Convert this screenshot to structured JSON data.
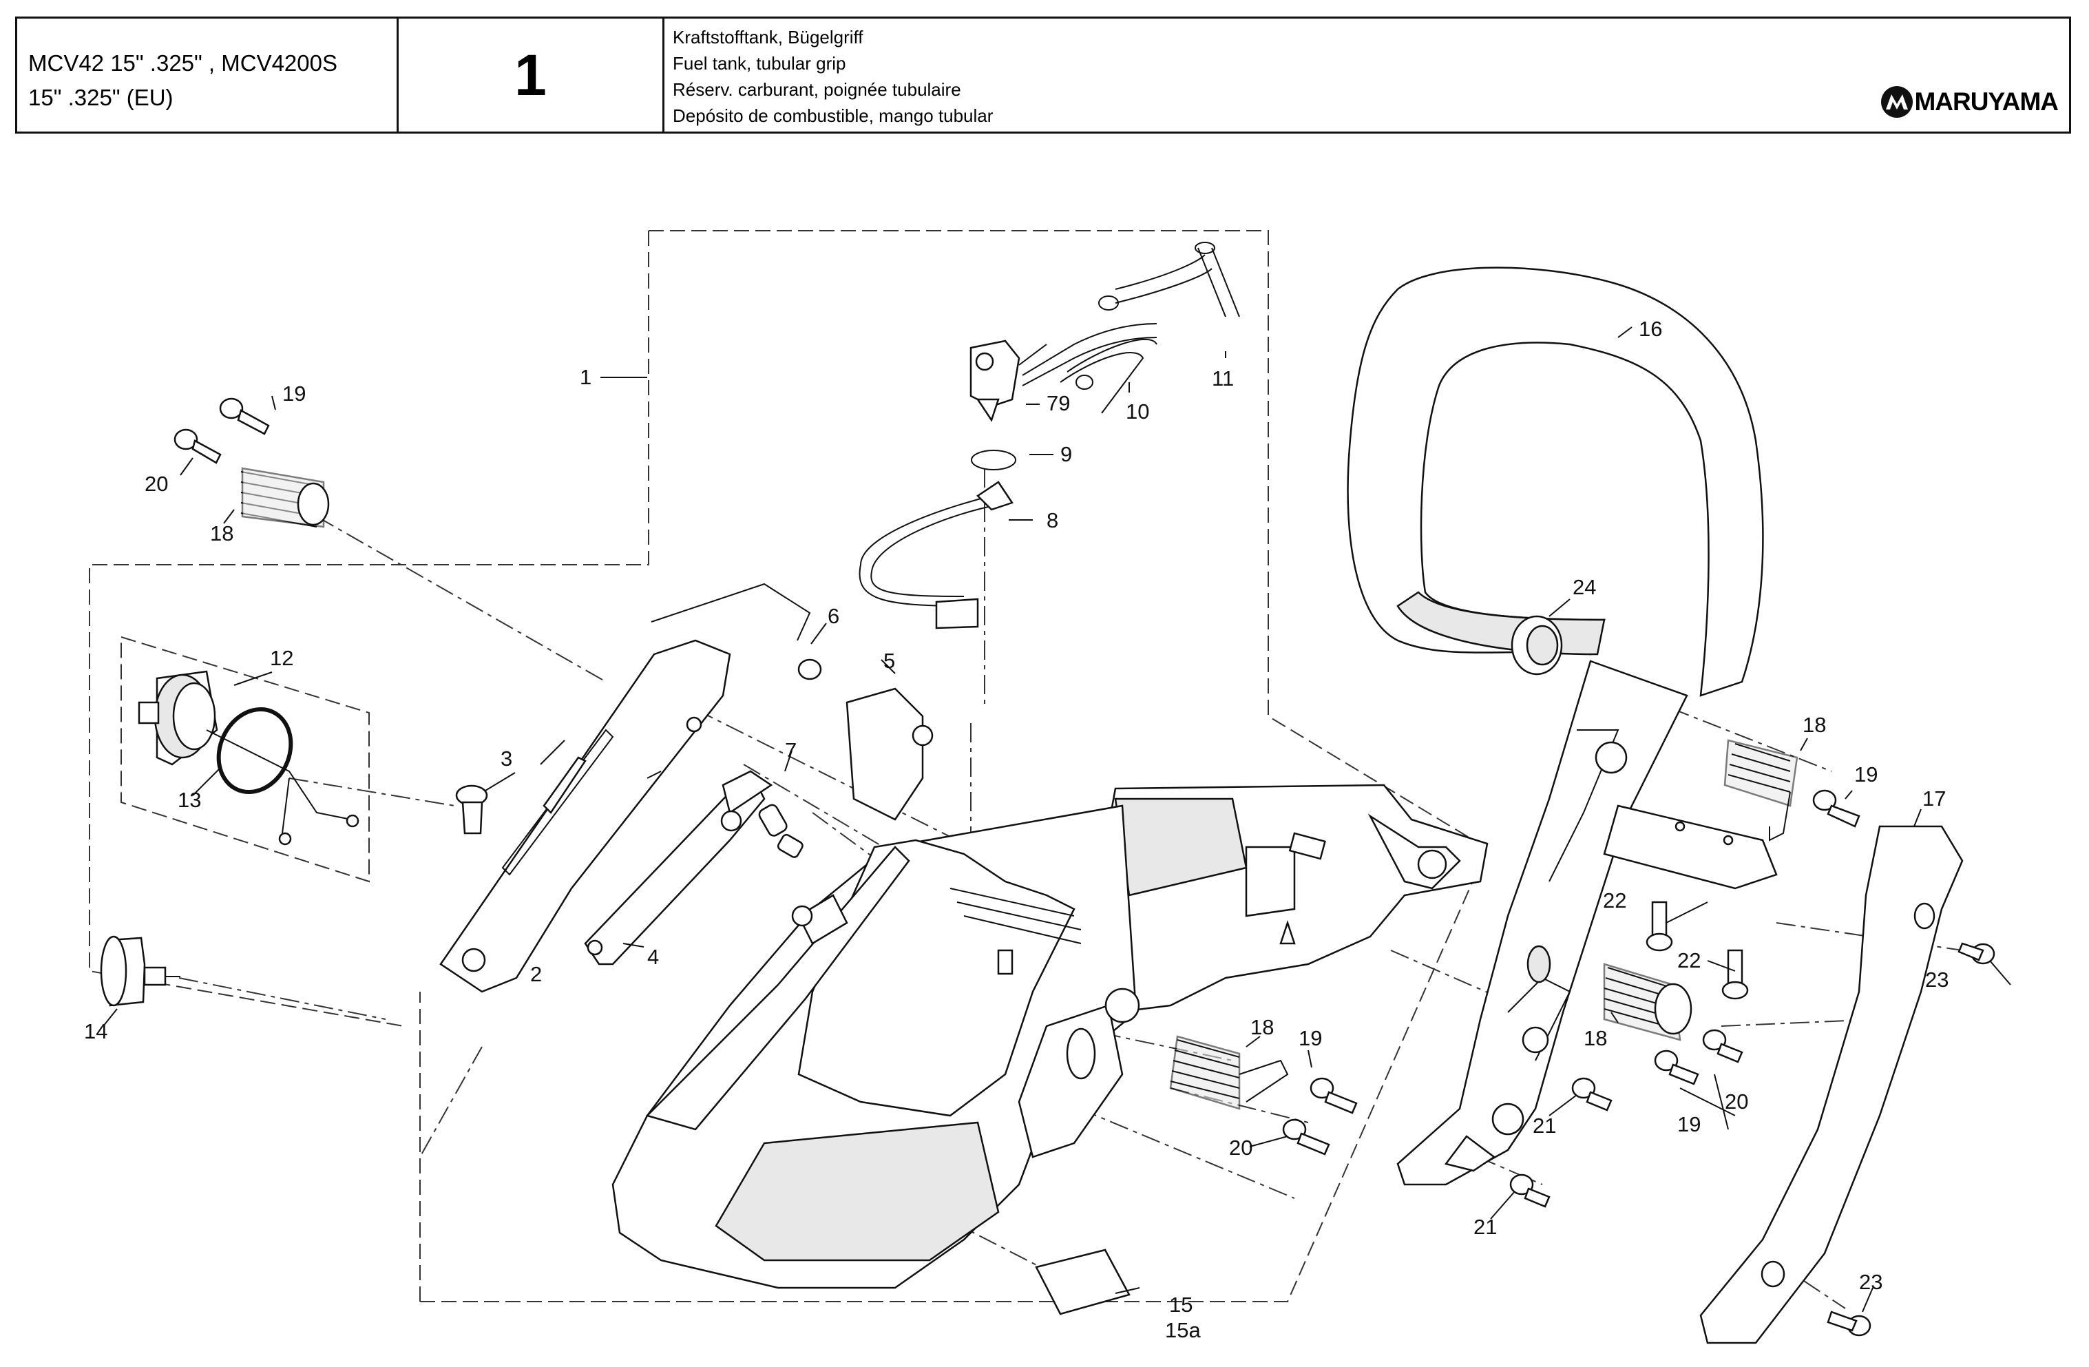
{
  "header": {
    "models_line1": "MCV42 15\" .325\" , MCV4200S",
    "models_line2": "15\" .325\" (EU)",
    "page_number": "1",
    "description_de": "Kraftstofftank, Bügelgriff",
    "description_en": "Fuel tank, tubular grip",
    "description_fr": "Réserv. carburant, poignée tubulaire",
    "description_es": "Depósito de combustible, mango tubular",
    "brand": "MARUYAMA"
  },
  "callouts": {
    "c1": "1",
    "c2": "2",
    "c3": "3",
    "c4": "4",
    "c5": "5",
    "c6": "6",
    "c7": "7",
    "c8": "8",
    "c9": "9",
    "c10": "10",
    "c11": "11",
    "c12": "12",
    "c13": "13",
    "c14": "14",
    "c15": "15",
    "c15a": "15a",
    "c16": "16",
    "c17": "17",
    "c18": "18",
    "c19": "19",
    "c20": "20",
    "c21": "21",
    "c22": "22",
    "c23": "23",
    "c24": "24",
    "c79": "79"
  }
}
